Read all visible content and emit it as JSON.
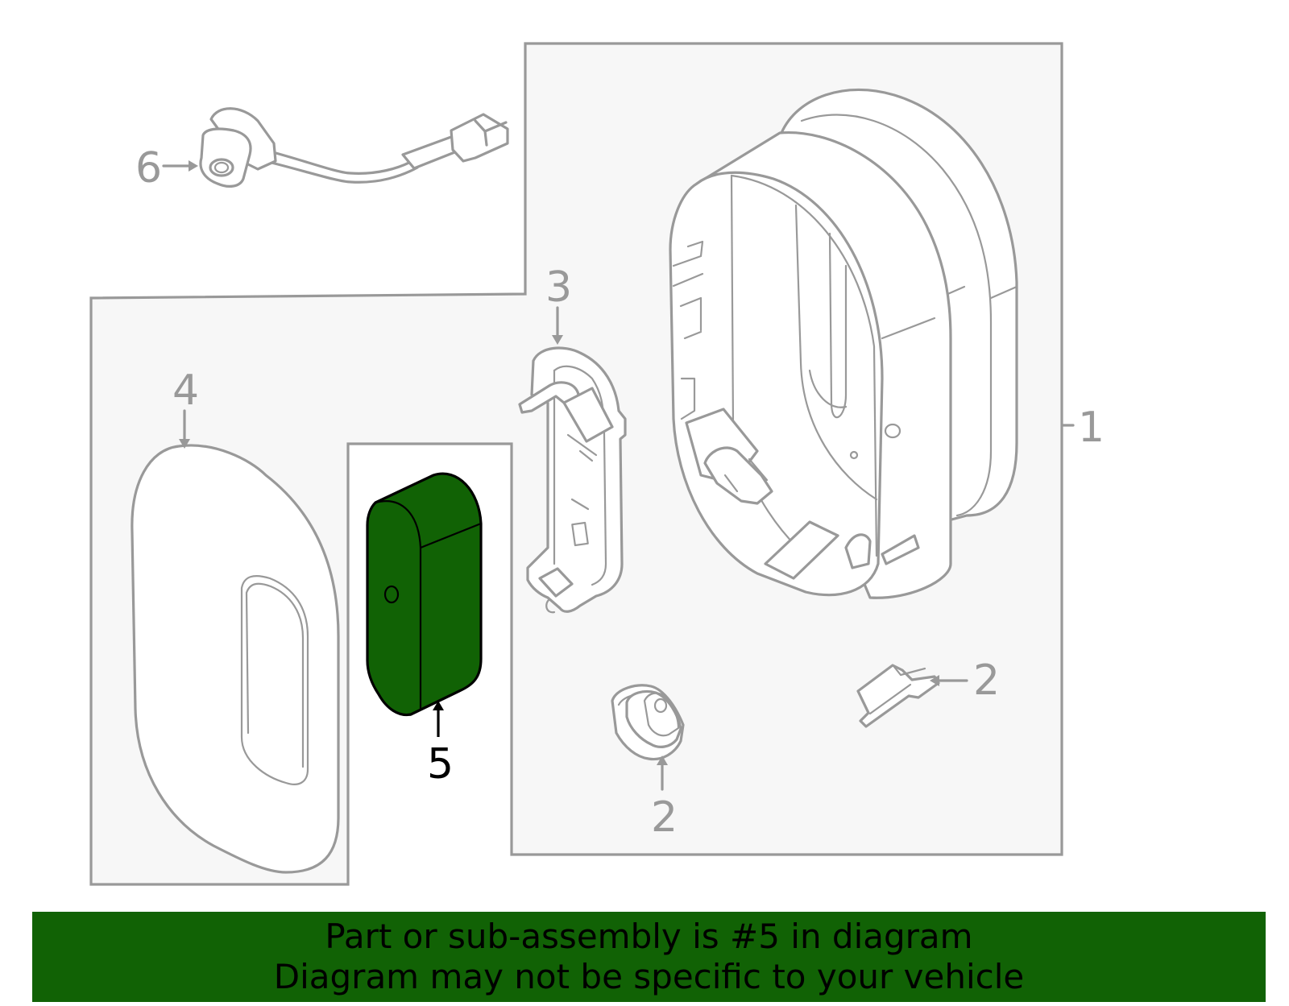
{
  "colors": {
    "highlight": "#116205",
    "line": "#999999",
    "panel": "#f7f7f7",
    "banner_bg": "#116205",
    "text": "#000000"
  },
  "highlighted_part": "5",
  "callouts": {
    "part_1": "1",
    "part_2_upper": "2",
    "part_2_lower": "2",
    "part_3": "3",
    "part_4": "4",
    "part_5": "5",
    "part_6": "6"
  },
  "banner": {
    "line1": "Part or sub-assembly is #5 in diagram",
    "line2": "Diagram may not be specific to your vehicle"
  }
}
